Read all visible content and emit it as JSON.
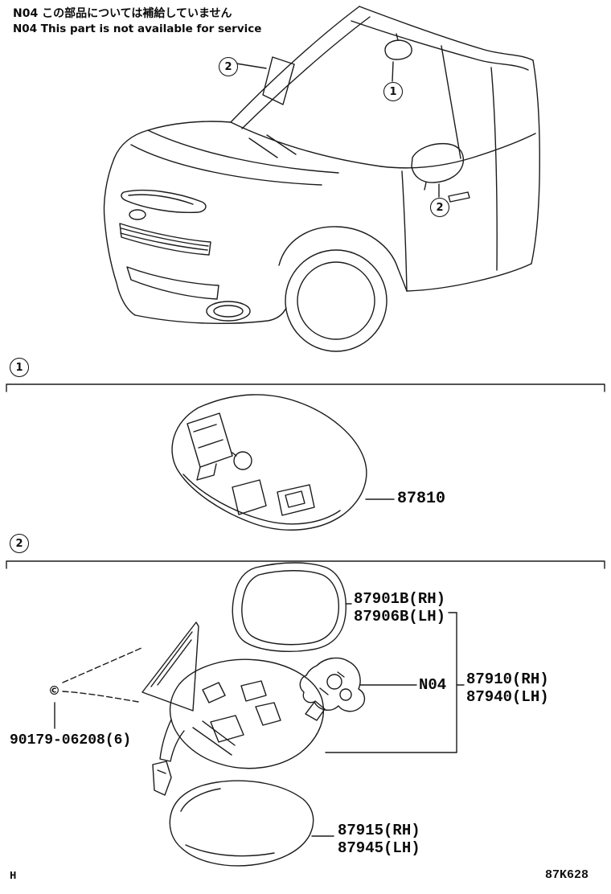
{
  "header": {
    "note_jp": "N04 この部品については補給していません",
    "note_en": "N04 This part is not available for service"
  },
  "callouts": {
    "inner": "1",
    "outer": "2"
  },
  "section1": {
    "number": "1",
    "part_number": "87810"
  },
  "section2": {
    "number": "2",
    "glass_rh": "87901B(RH)",
    "glass_lh": "87906B(LH)",
    "n04_tag": "N04",
    "mirror_rh": "87910(RH)",
    "mirror_lh": "87940(LH)",
    "screw_marker": "©",
    "screw_part": "90179-06208(6)",
    "cover_rh": "87915(RH)",
    "cover_lh": "87945(LH)"
  },
  "footer": {
    "left": "H",
    "right": "87K628"
  },
  "colors": {
    "line": "#1b1b1b",
    "background": "#ffffff"
  }
}
